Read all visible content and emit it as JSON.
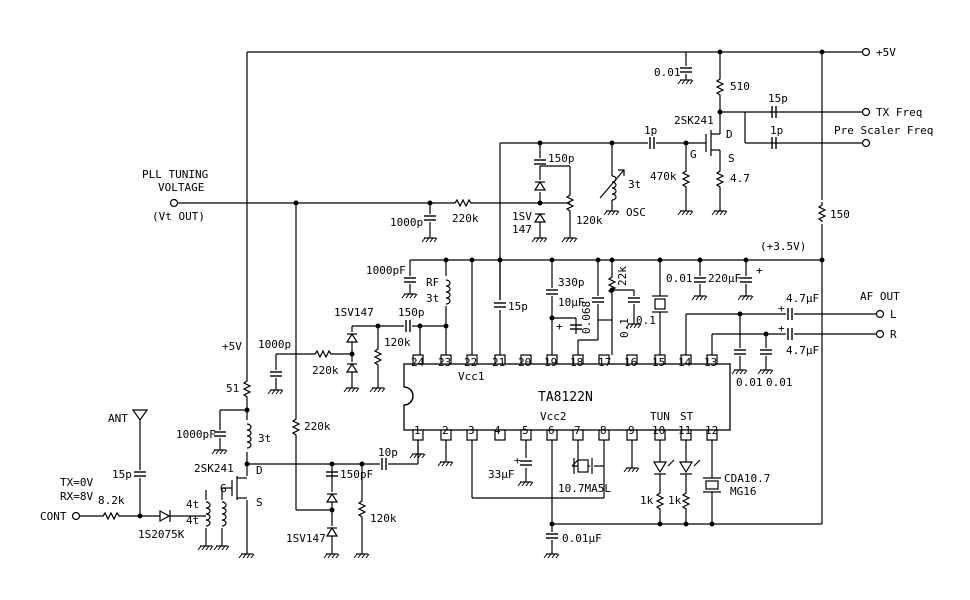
{
  "ic": {
    "part": "TA8122N",
    "vcc1": "Vcc1",
    "vcc2": "Vcc2",
    "top_pins": [
      "24",
      "23",
      "22",
      "21",
      "20",
      "19",
      "18",
      "17",
      "16",
      "15",
      "14",
      "13"
    ],
    "bottom_pins": [
      "1",
      "2",
      "3",
      "4",
      "5",
      "6",
      "7",
      "8",
      "9",
      "10",
      "11",
      "12"
    ],
    "tun": "TUN",
    "st": "ST"
  },
  "terminals": {
    "plus5v_top": "+5V",
    "tx_freq": "TX Freq",
    "prescaler": "Pre Scaler Freq",
    "pll_line1": "PLL TUNING",
    "pll_line2": "VOLTAGE",
    "vt_out": "(Vt OUT)",
    "af_out": "AF OUT",
    "left": "L",
    "right": "R",
    "ant": "ANT",
    "txrx1": "TX=0V",
    "txrx2": "RX=8V",
    "cont": "CONT",
    "plus5v_left": "+5V",
    "v35": "(+3.5V)"
  },
  "labels": {
    "c001_top": "0.01",
    "r510": "510",
    "c15p_tx": "15p",
    "c1p_ps": "1p",
    "c1p_osc": "1p",
    "q_osc": "2SK241",
    "d1": "D",
    "g1": "G",
    "s1": "S",
    "r470k": "470k",
    "r47": "4.7",
    "c150p_osc": "150p",
    "l3t_osc": "3t",
    "osc": "OSC",
    "r150": "150",
    "r220k_pll": "220k",
    "c1000p_pll": "1000p",
    "d1sv147_osc_a": "1SV",
    "d1sv147_osc_b": "147",
    "r120k_osc": "120k",
    "c1000pf_rf": "1000pF",
    "rf": "RF",
    "l3t_rf": "3t",
    "c15p_21": "15p",
    "c330p": "330p",
    "c10uf": "10μF",
    "c0068": "0.068",
    "r22k": "22k",
    "c01a": "0.1",
    "c01b": "0.1",
    "c001_v35": "0.01",
    "c220uf": "220μF",
    "c47uf_l": "4.7μF",
    "c47uf_r": "4.7μF",
    "c001_13a": "0.01",
    "c001_13b": "0.01",
    "d1sv147_rf": "1SV147",
    "c150p_rf": "150p",
    "r120k_rf": "120k",
    "c1000p_left": "1000p",
    "r220k_left": "220k",
    "r51": "51",
    "c1000pf_ant": "1000pF",
    "l3t_ant": "3t",
    "q_rf": "2SK241",
    "d2": "D",
    "g2": "G",
    "s2": "S",
    "r220k_mid": "220k",
    "c10p": "10p",
    "c150pf_mid": "150pF",
    "r120k_mid": "120k",
    "d1sv147_mid": "1SV147",
    "c15p_ant": "15p",
    "r82k": "8.2k",
    "d1s2075k": "1S2075K",
    "l4t_a": "4t",
    "l4t_b": "4t",
    "c33uf": "33μF",
    "x107": "10.7MA5L",
    "r1k_a": "1k",
    "r1k_b": "1k",
    "cda_a": "CDA10.7",
    "cda_b": "MG16",
    "c001uf": "0.01μF"
  }
}
